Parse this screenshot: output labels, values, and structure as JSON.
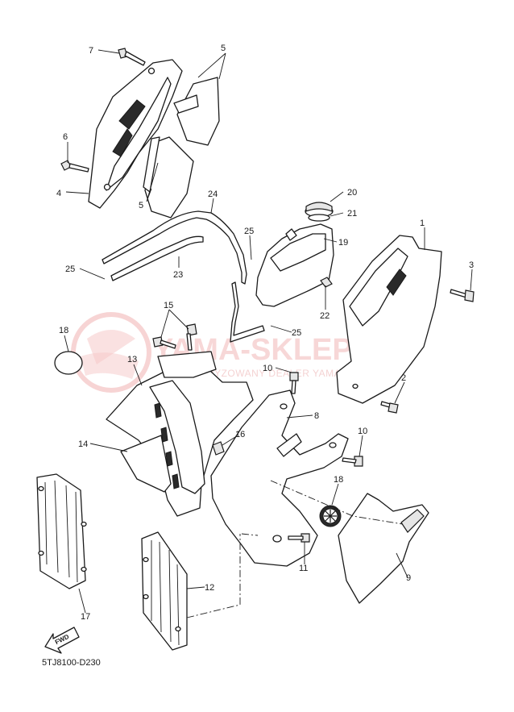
{
  "watermark": {
    "title": "YAMA-SKLEP.PL",
    "subtitle": "AUTORYZOWANY DEALER YAMAHA",
    "brand_color": "#e06060"
  },
  "diagram": {
    "code": "5TJ8100-D230",
    "fwd_label": "FWD",
    "callouts": [
      "1",
      "2",
      "3",
      "4",
      "5",
      "5",
      "6",
      "7",
      "8",
      "9",
      "10",
      "10",
      "11",
      "12",
      "13",
      "14",
      "15",
      "16",
      "17",
      "18",
      "18",
      "19",
      "20",
      "21",
      "22",
      "23",
      "24",
      "25",
      "25",
      "25"
    ]
  }
}
